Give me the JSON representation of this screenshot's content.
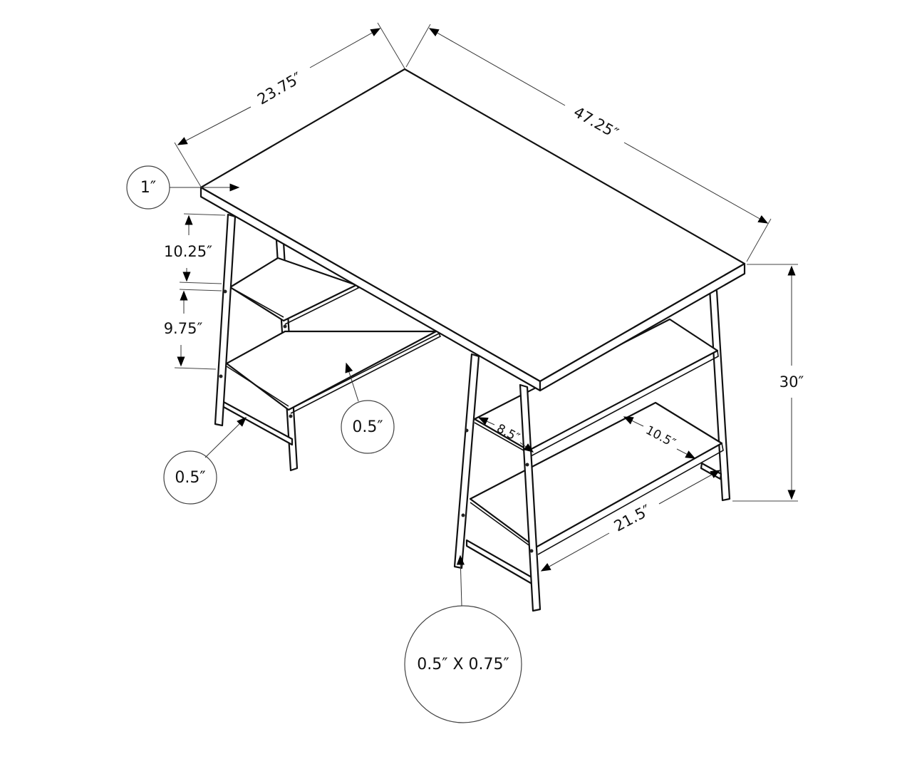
{
  "diagram": {
    "subject": "Desk with two trestle shelf units",
    "line_color": "#111111",
    "background": "#ffffff",
    "dimensions": {
      "depth": "23.75″",
      "width": "47.25″",
      "height": "30″",
      "top_thickness": "1″",
      "upper_shelf_gap": "10.25″",
      "lower_shelf_gap": "9.75″",
      "upper_shelf_depth": "8.5″",
      "lower_shelf_depth": "10.5″",
      "shelf_length": "21.5″"
    },
    "callouts": {
      "top_thickness": "1″",
      "crossbar_left": "0.5″",
      "shelf_rail": "0.5″",
      "leg_profile": "0.5″ X 0.75″"
    }
  }
}
